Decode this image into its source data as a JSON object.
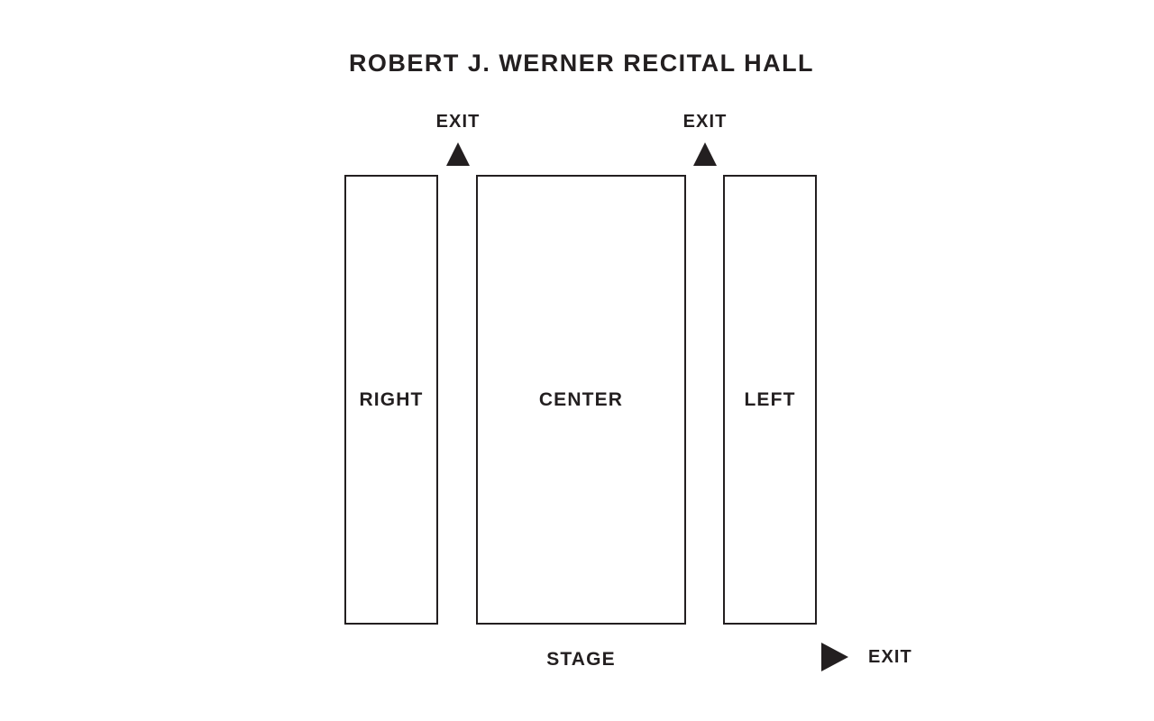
{
  "venue": {
    "title": "ROBERT J. WERNER RECITAL HALL"
  },
  "seating_sections": [
    {
      "id": "right",
      "label": "RIGHT"
    },
    {
      "id": "center",
      "label": "CENTER"
    },
    {
      "id": "left",
      "label": "LEFT"
    }
  ],
  "exits": [
    {
      "id": "exit-top-right",
      "label": "EXIT",
      "icon": "triangle-up-icon"
    },
    {
      "id": "exit-top-left",
      "label": "EXIT",
      "icon": "triangle-up-icon"
    },
    {
      "id": "exit-bottom-right",
      "label": "EXIT",
      "icon": "triangle-right-icon"
    }
  ],
  "stage": {
    "label": "STAGE"
  },
  "colors": {
    "ink": "#231f20",
    "background": "#ffffff"
  }
}
